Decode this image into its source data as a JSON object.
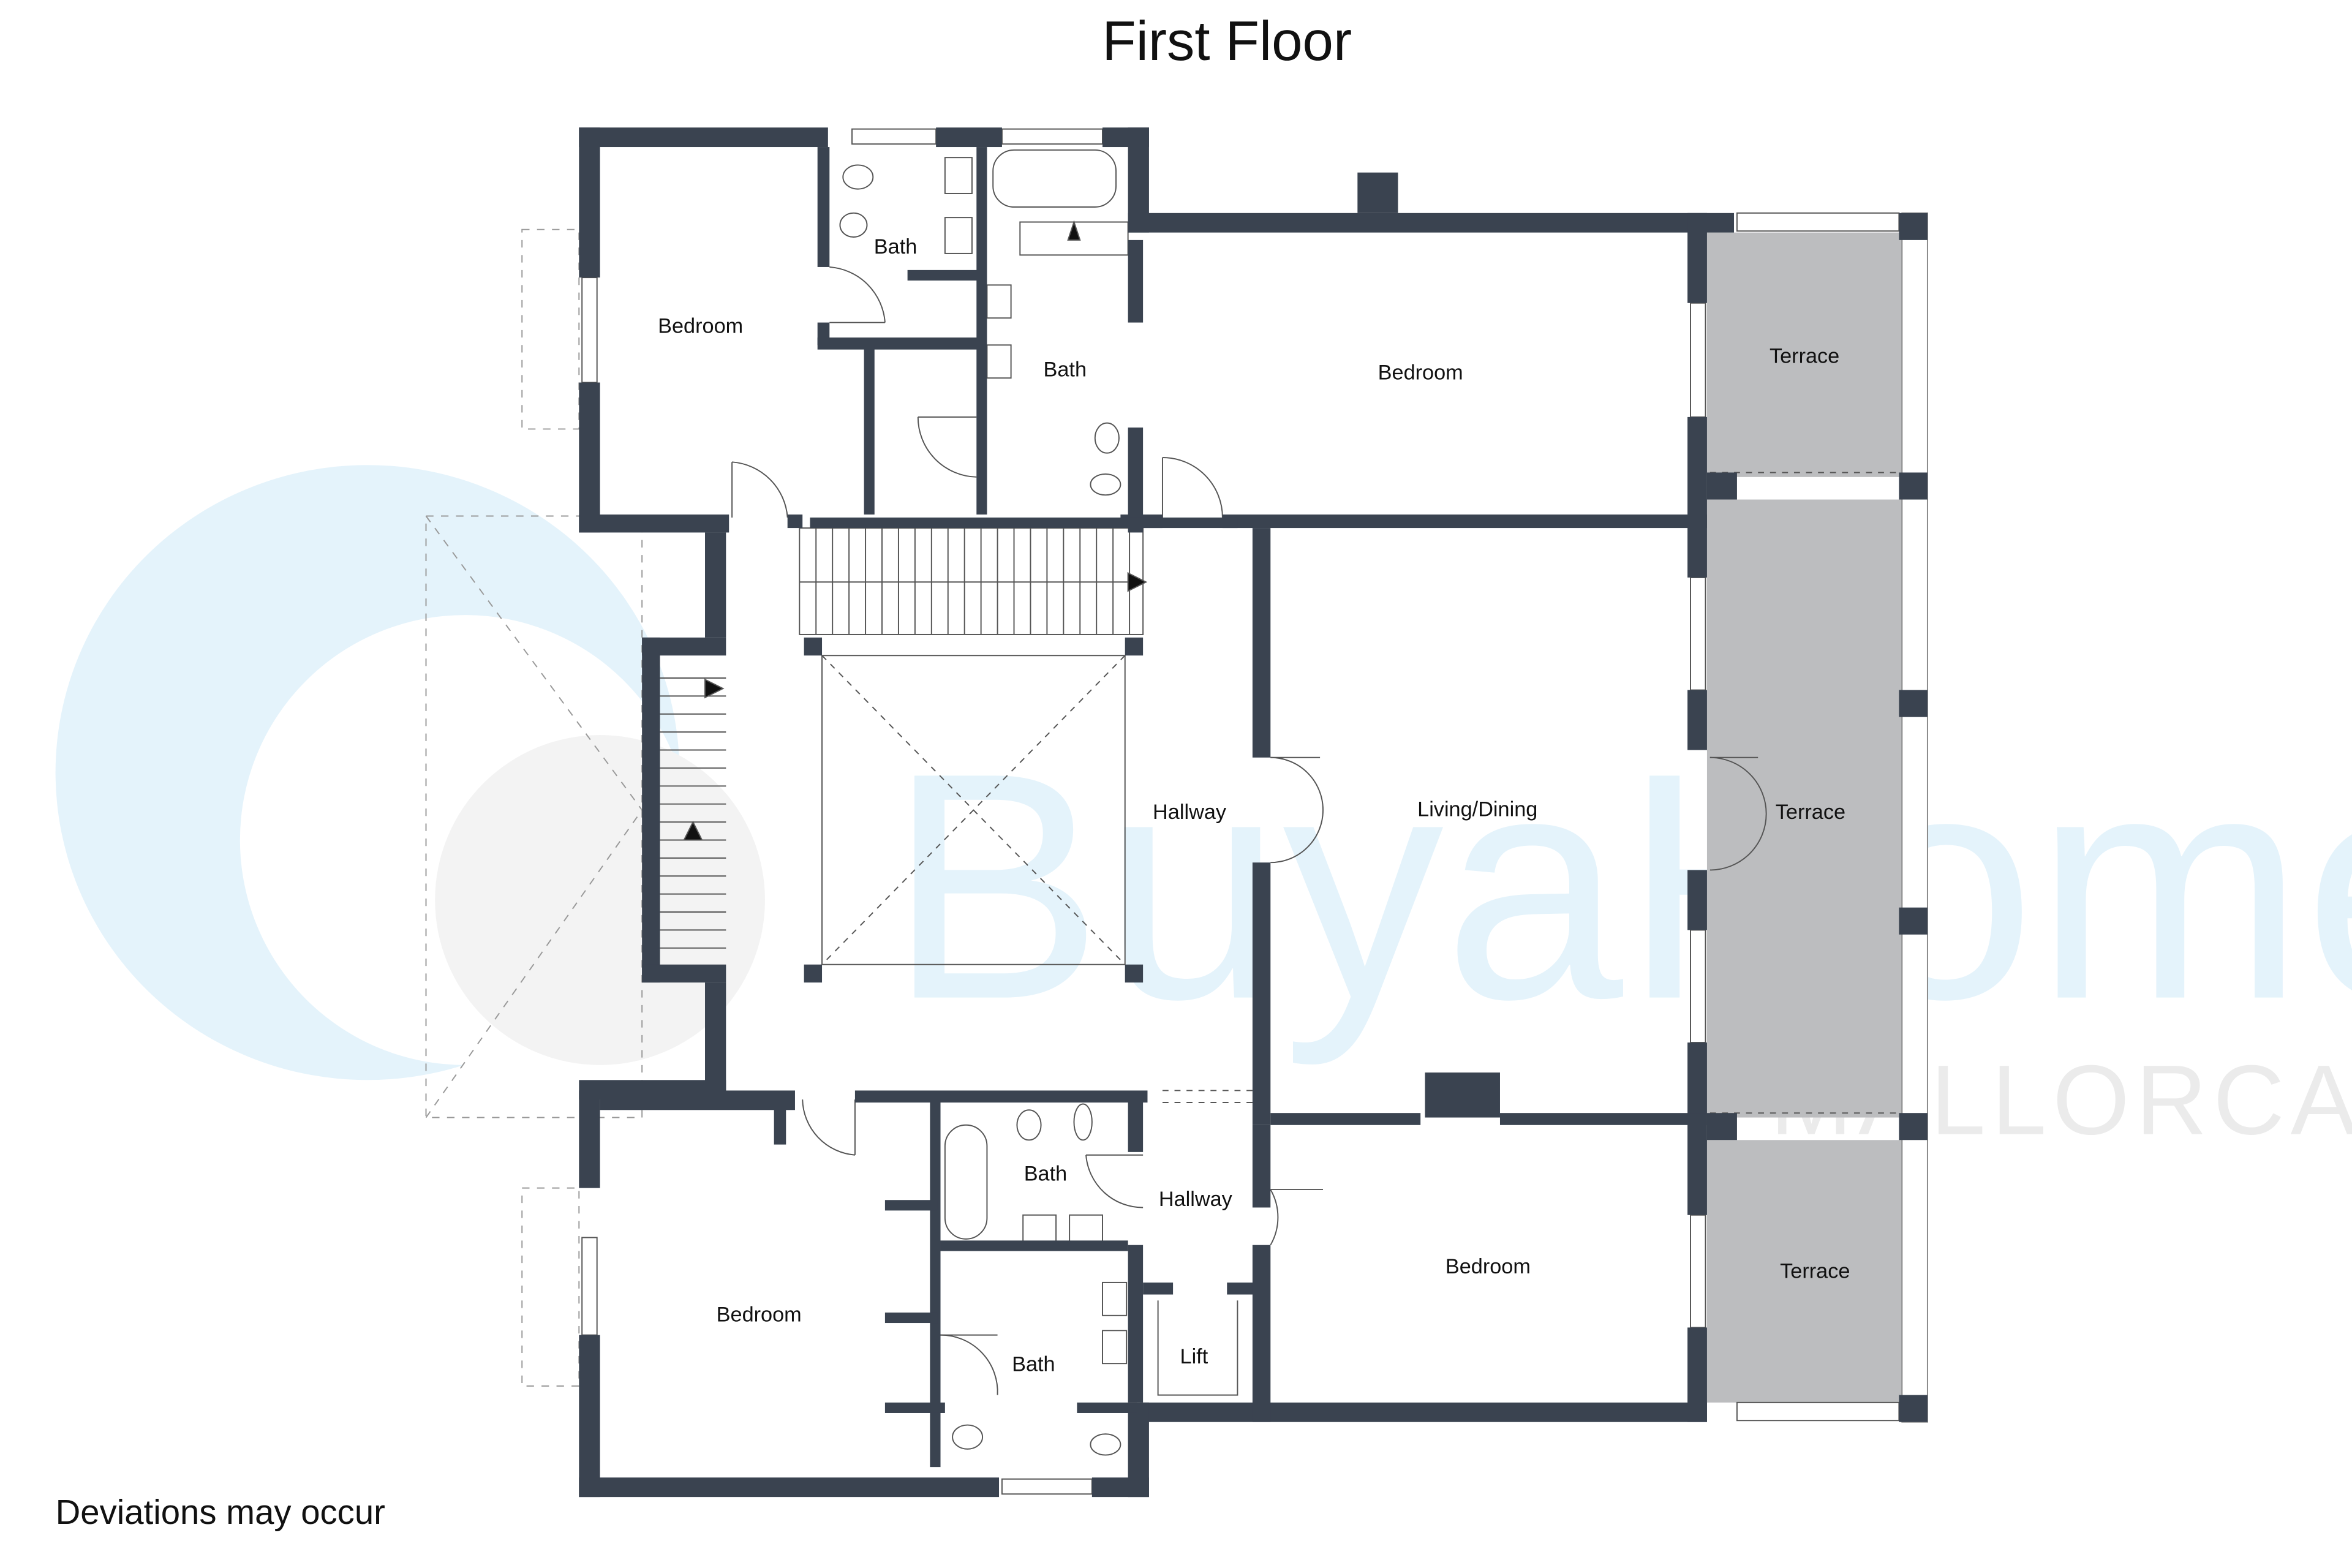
{
  "title": "First Floor",
  "disclaimer": "Deviations may occur",
  "watermark": {
    "brand": "BuyaHome",
    "region": "MALLORCA"
  },
  "colors": {
    "wall": "#3a4350",
    "terrace": "#bcbdbf",
    "watermark_blue": "#e4f3fb"
  },
  "rooms": [
    {
      "label": "Bedroom"
    },
    {
      "label": "Bath"
    },
    {
      "label": "Bath"
    },
    {
      "label": "Bedroom"
    },
    {
      "label": "Terrace"
    },
    {
      "label": "Hallway"
    },
    {
      "label": "Living/Dining"
    },
    {
      "label": "Terrace"
    },
    {
      "label": "Bath"
    },
    {
      "label": "Hallway"
    },
    {
      "label": "Bedroom"
    },
    {
      "label": "Terrace"
    },
    {
      "label": "Bedroom"
    },
    {
      "label": "Bath"
    },
    {
      "label": "Lift"
    }
  ]
}
